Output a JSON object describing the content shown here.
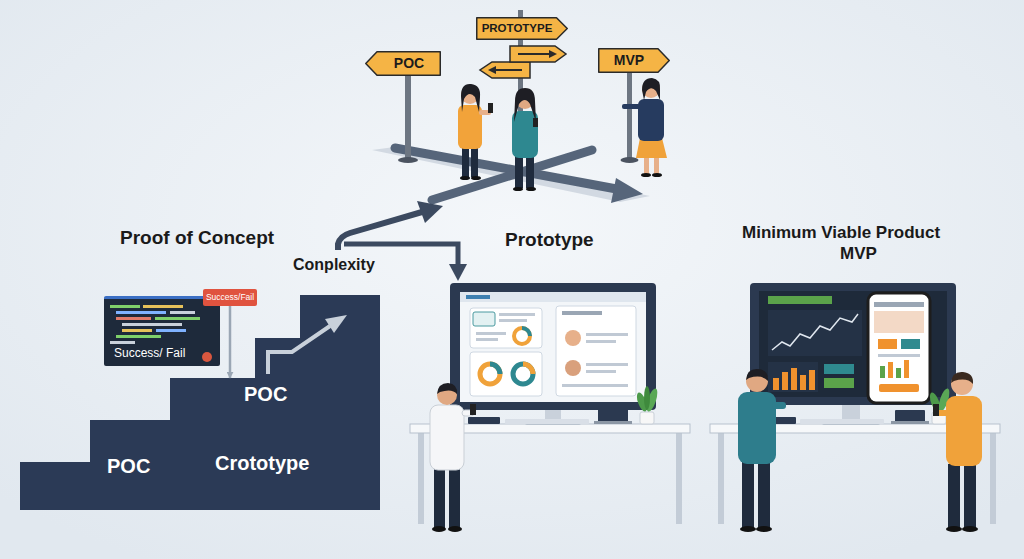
{
  "diagram": {
    "nodes": [
      {
        "text": [
          "POC"
        ]
      },
      {
        "text": [
          "PROTOTYPE"
        ]
      },
      {
        "text": [
          "MVP"
        ]
      },
      {
        "text": [
          "Success/ Fail"
        ]
      },
      {
        "text": [
          "Success/Fail"
        ]
      },
      {
        "text": [
          "POC",
          "POC",
          "Crototype"
        ]
      }
    ],
    "edges": [
      {
        "from": 4,
        "to": 5,
        "arrow": "to"
      }
    ],
    "labels": [
      "Proof of Concept",
      "Conplexity",
      "Prototype",
      "Minimum Viable Product",
      "MVP"
    ]
  }
}
